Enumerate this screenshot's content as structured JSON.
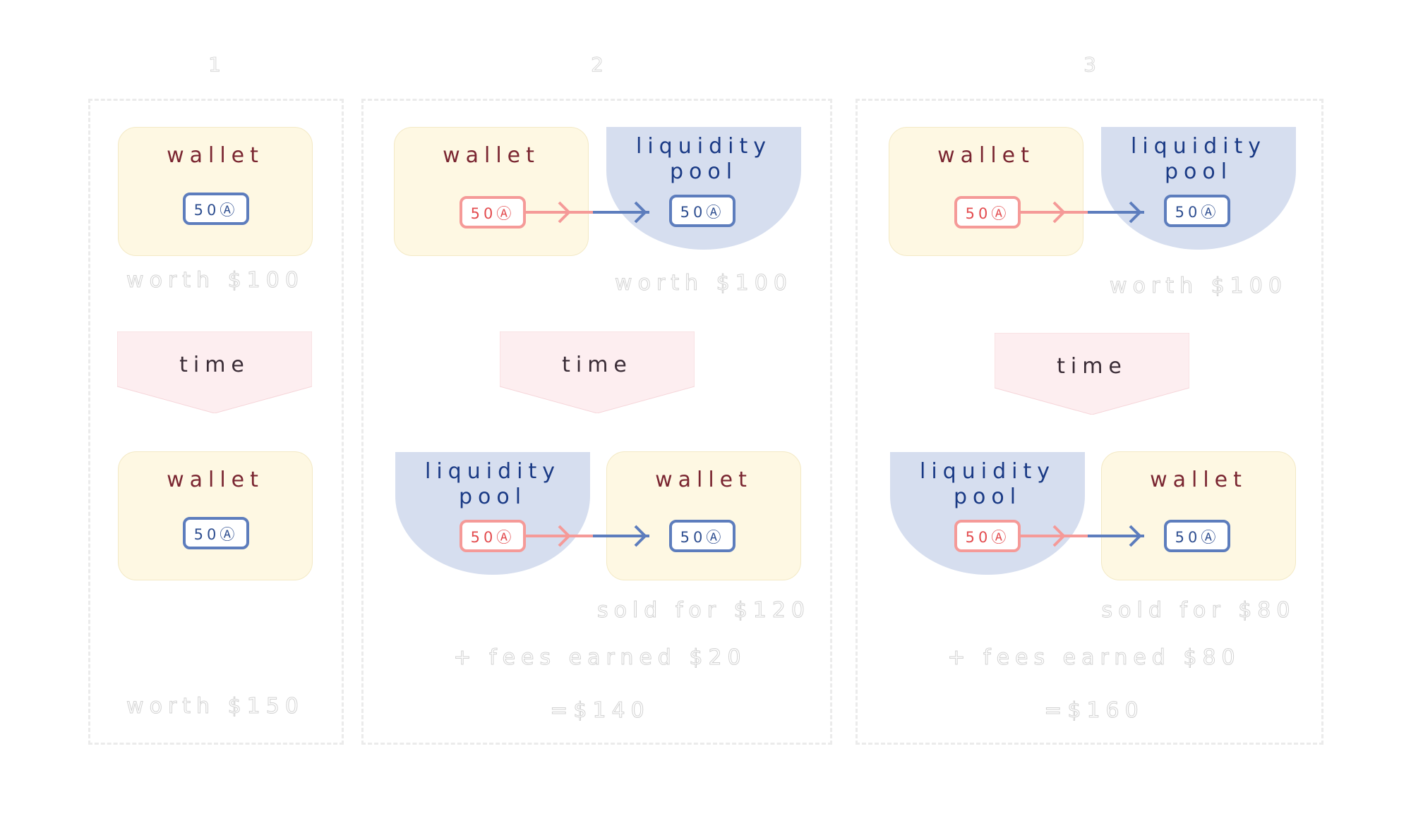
{
  "columns": [
    {
      "number": "1",
      "top_wallet": {
        "label": "wallet",
        "coin": "50Ⓐ"
      },
      "top_caption": "worth $100",
      "time_label": "time",
      "bottom_wallet": {
        "label": "wallet",
        "coin": "50Ⓐ"
      },
      "bottom_caption": "worth $150"
    },
    {
      "number": "2",
      "top_wallet": {
        "label": "wallet",
        "coin": "50Ⓐ"
      },
      "top_pool": {
        "label_line1": "liquidity",
        "label_line2": "pool",
        "coin": "50Ⓐ"
      },
      "top_caption": "worth $100",
      "time_label": "time",
      "bottom_pool": {
        "label_line1": "liquidity",
        "label_line2": "pool",
        "coin": "50Ⓐ"
      },
      "bottom_wallet": {
        "label": "wallet",
        "coin": "50Ⓐ"
      },
      "sold_caption": "sold for $120",
      "fees_caption": "+ fees earned $20",
      "total_caption": "=$140"
    },
    {
      "number": "3",
      "top_wallet": {
        "label": "wallet",
        "coin": "50Ⓐ"
      },
      "top_pool": {
        "label_line1": "liquidity",
        "label_line2": "pool",
        "coin": "50Ⓐ"
      },
      "top_caption": "worth $100",
      "time_label": "time",
      "bottom_pool": {
        "label_line1": "liquidity",
        "label_line2": "pool",
        "coin": "50Ⓐ"
      },
      "bottom_wallet": {
        "label": "wallet",
        "coin": "50Ⓐ"
      },
      "sold_caption": "sold for $80",
      "fees_caption": "+ fees earned $80",
      "total_caption": "=$160"
    }
  ],
  "colors": {
    "wallet_fill": "#fef8e3",
    "wallet_text": "#7a2631",
    "pool_fill": "#d6deef",
    "pool_text": "#1a3a85",
    "coin_blue": "#5d7dbd",
    "coin_red": "#f59a98",
    "time_fill": "#fdeef0"
  }
}
